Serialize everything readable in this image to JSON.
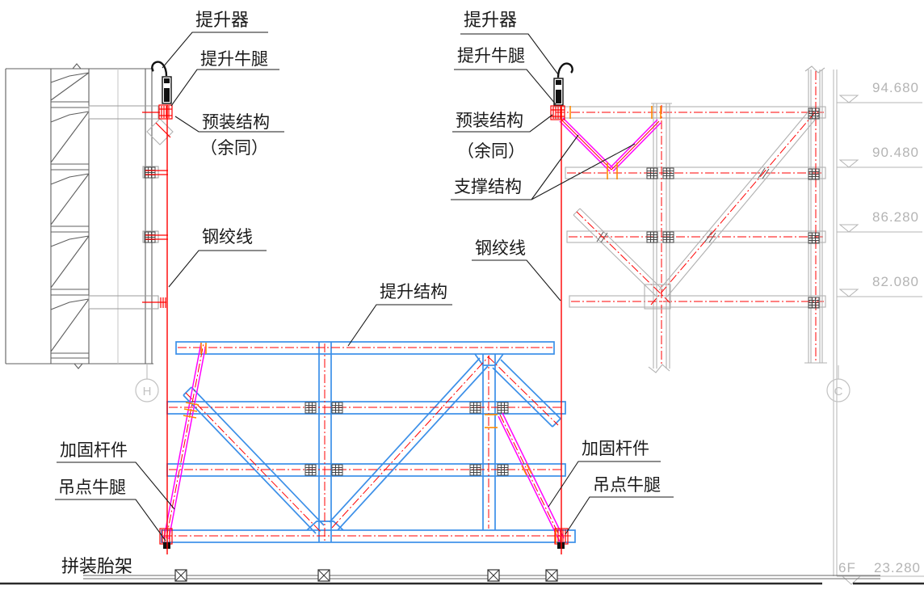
{
  "callouts": {
    "left": {
      "lifter": "提升器",
      "lifter_bracket": "提升牛腿",
      "preinstalled": "预装结构",
      "preinstalled_note": "（余同）",
      "steel_strand": "钢绞线",
      "reinforcement": "加固杆件",
      "hoist_bracket": "吊点牛腿",
      "assembly_jig": "拼装胎架"
    },
    "center": {
      "lifting_structure": "提升结构"
    },
    "right": {
      "lifter": "提升器",
      "lifter_bracket": "提升牛腿",
      "preinstalled": "预装结构",
      "preinstalled_note": "（余同）",
      "support_structure": "支撑结构",
      "steel_strand": "钢绞线",
      "reinforcement": "加固杆件",
      "hoist_bracket": "吊点牛腿"
    }
  },
  "elevations": [
    {
      "value": "94.680"
    },
    {
      "value": "90.480"
    },
    {
      "value": "86.280"
    },
    {
      "value": "82.080"
    }
  ],
  "floor_marker": {
    "label": "6F",
    "value": "23.280"
  },
  "grid_bubbles": {
    "left": "H",
    "right": "C"
  },
  "colors": {
    "strand_red": "#ff0000",
    "truss_blue": "#3b8fe8",
    "reinforcement_magenta": "#ff00ff",
    "connector_orange": "#ff8a00",
    "preinstalled_gray": "#b0b0b0",
    "elevation_gray": "#b4b4b4",
    "ink": "#1a1a1a"
  }
}
